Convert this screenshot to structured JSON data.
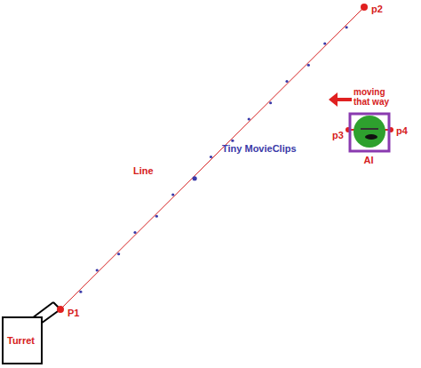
{
  "diagram": {
    "nodes": [
      {
        "text": [
          "Turret"
        ]
      },
      {
        "text": [
          "AI"
        ]
      }
    ],
    "labels": [
      "P1",
      "p2",
      "Line",
      "Tiny MovieClips",
      "moving that way",
      "p3",
      "p4"
    ]
  }
}
